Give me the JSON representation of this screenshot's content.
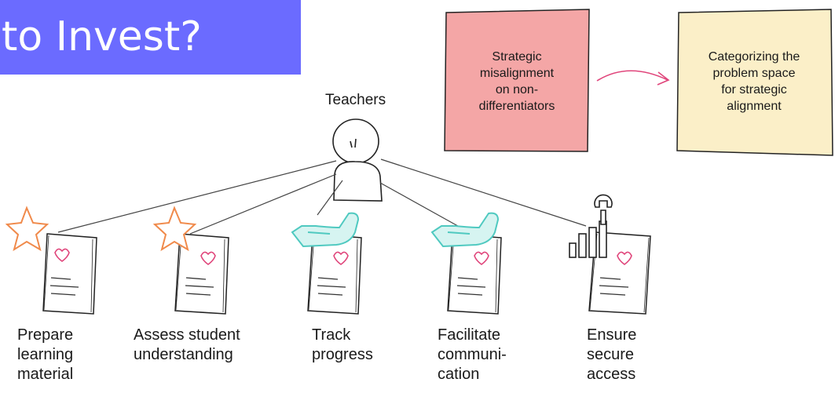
{
  "header": {
    "title": "to Invest?"
  },
  "actor": {
    "label": "Teachers"
  },
  "notes": [
    {
      "text": "Strategic\nmisalignment\non non-\ndifferentiators",
      "color": "#f4a6a6"
    },
    {
      "text": "Categorizing the\nproblem space\nfor strategic\nalignment",
      "color": "#fbefc8"
    }
  ],
  "tasks": [
    {
      "label": "Prepare\nlearning\nmaterial",
      "marker": "star-icon"
    },
    {
      "label": "Assess student\nunderstanding",
      "marker": "star-icon"
    },
    {
      "label": "Track\nprogress",
      "marker": "hand-icon"
    },
    {
      "label": "Facilitate\ncommuni-\ncation",
      "marker": "hand-icon"
    },
    {
      "label": "Ensure\nsecure\naccess",
      "marker": "tools-icon"
    }
  ],
  "colors": {
    "banner": "#6b6bff",
    "star": "#f08a4b",
    "hand": "#4fc9c0",
    "heart": "#e0457b",
    "arrow": "#e0457b"
  }
}
